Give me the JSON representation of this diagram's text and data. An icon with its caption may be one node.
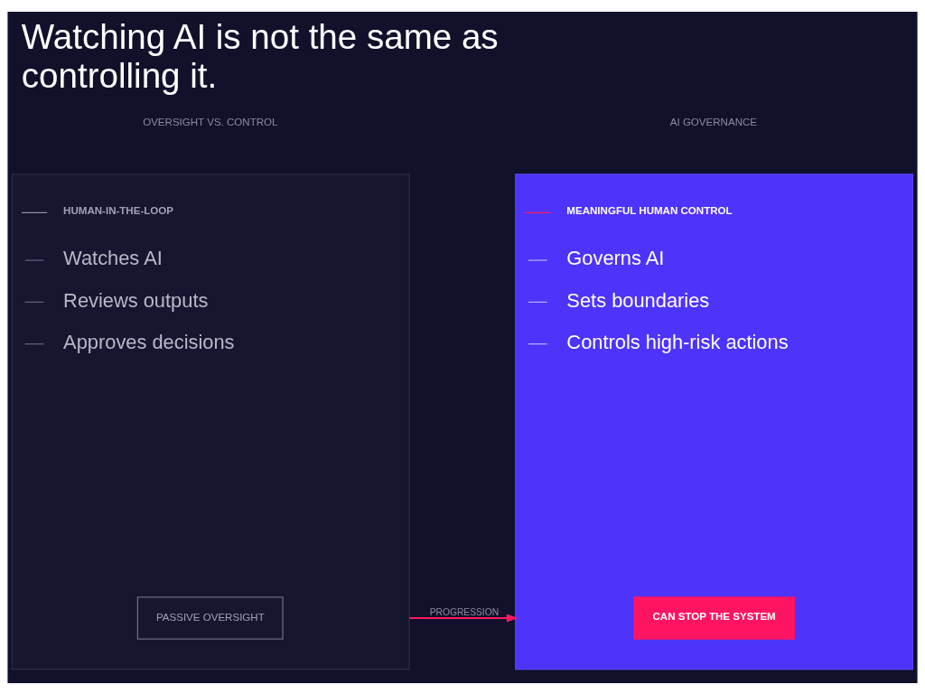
{
  "diagram": {
    "title": "Watching AI is not the same as controlling it.",
    "nodes": [
      {
        "text": [
          "HUMAN-IN-THE-LOOP",
          "Watches AI",
          "Reviews outputs",
          "Approves decisions"
        ]
      },
      {
        "text": [
          "PASSIVE OVERSIGHT"
        ],
        "in": 0
      },
      {
        "text": [
          "MEANINGFUL HUMAN CONTROL",
          "Governs AI",
          "Sets boundaries",
          "Controls high-risk actions"
        ]
      },
      {
        "text": [
          "CAN STOP THE SYSTEM"
        ],
        "in": 2
      }
    ],
    "edges": [
      {
        "from": 0,
        "to": 2,
        "arrow": "to",
        "label": "PROGRESSION"
      }
    ],
    "labels": [
      "AI GOVERNANCE",
      "OVERSIGHT VS. CONTROL"
    ]
  }
}
